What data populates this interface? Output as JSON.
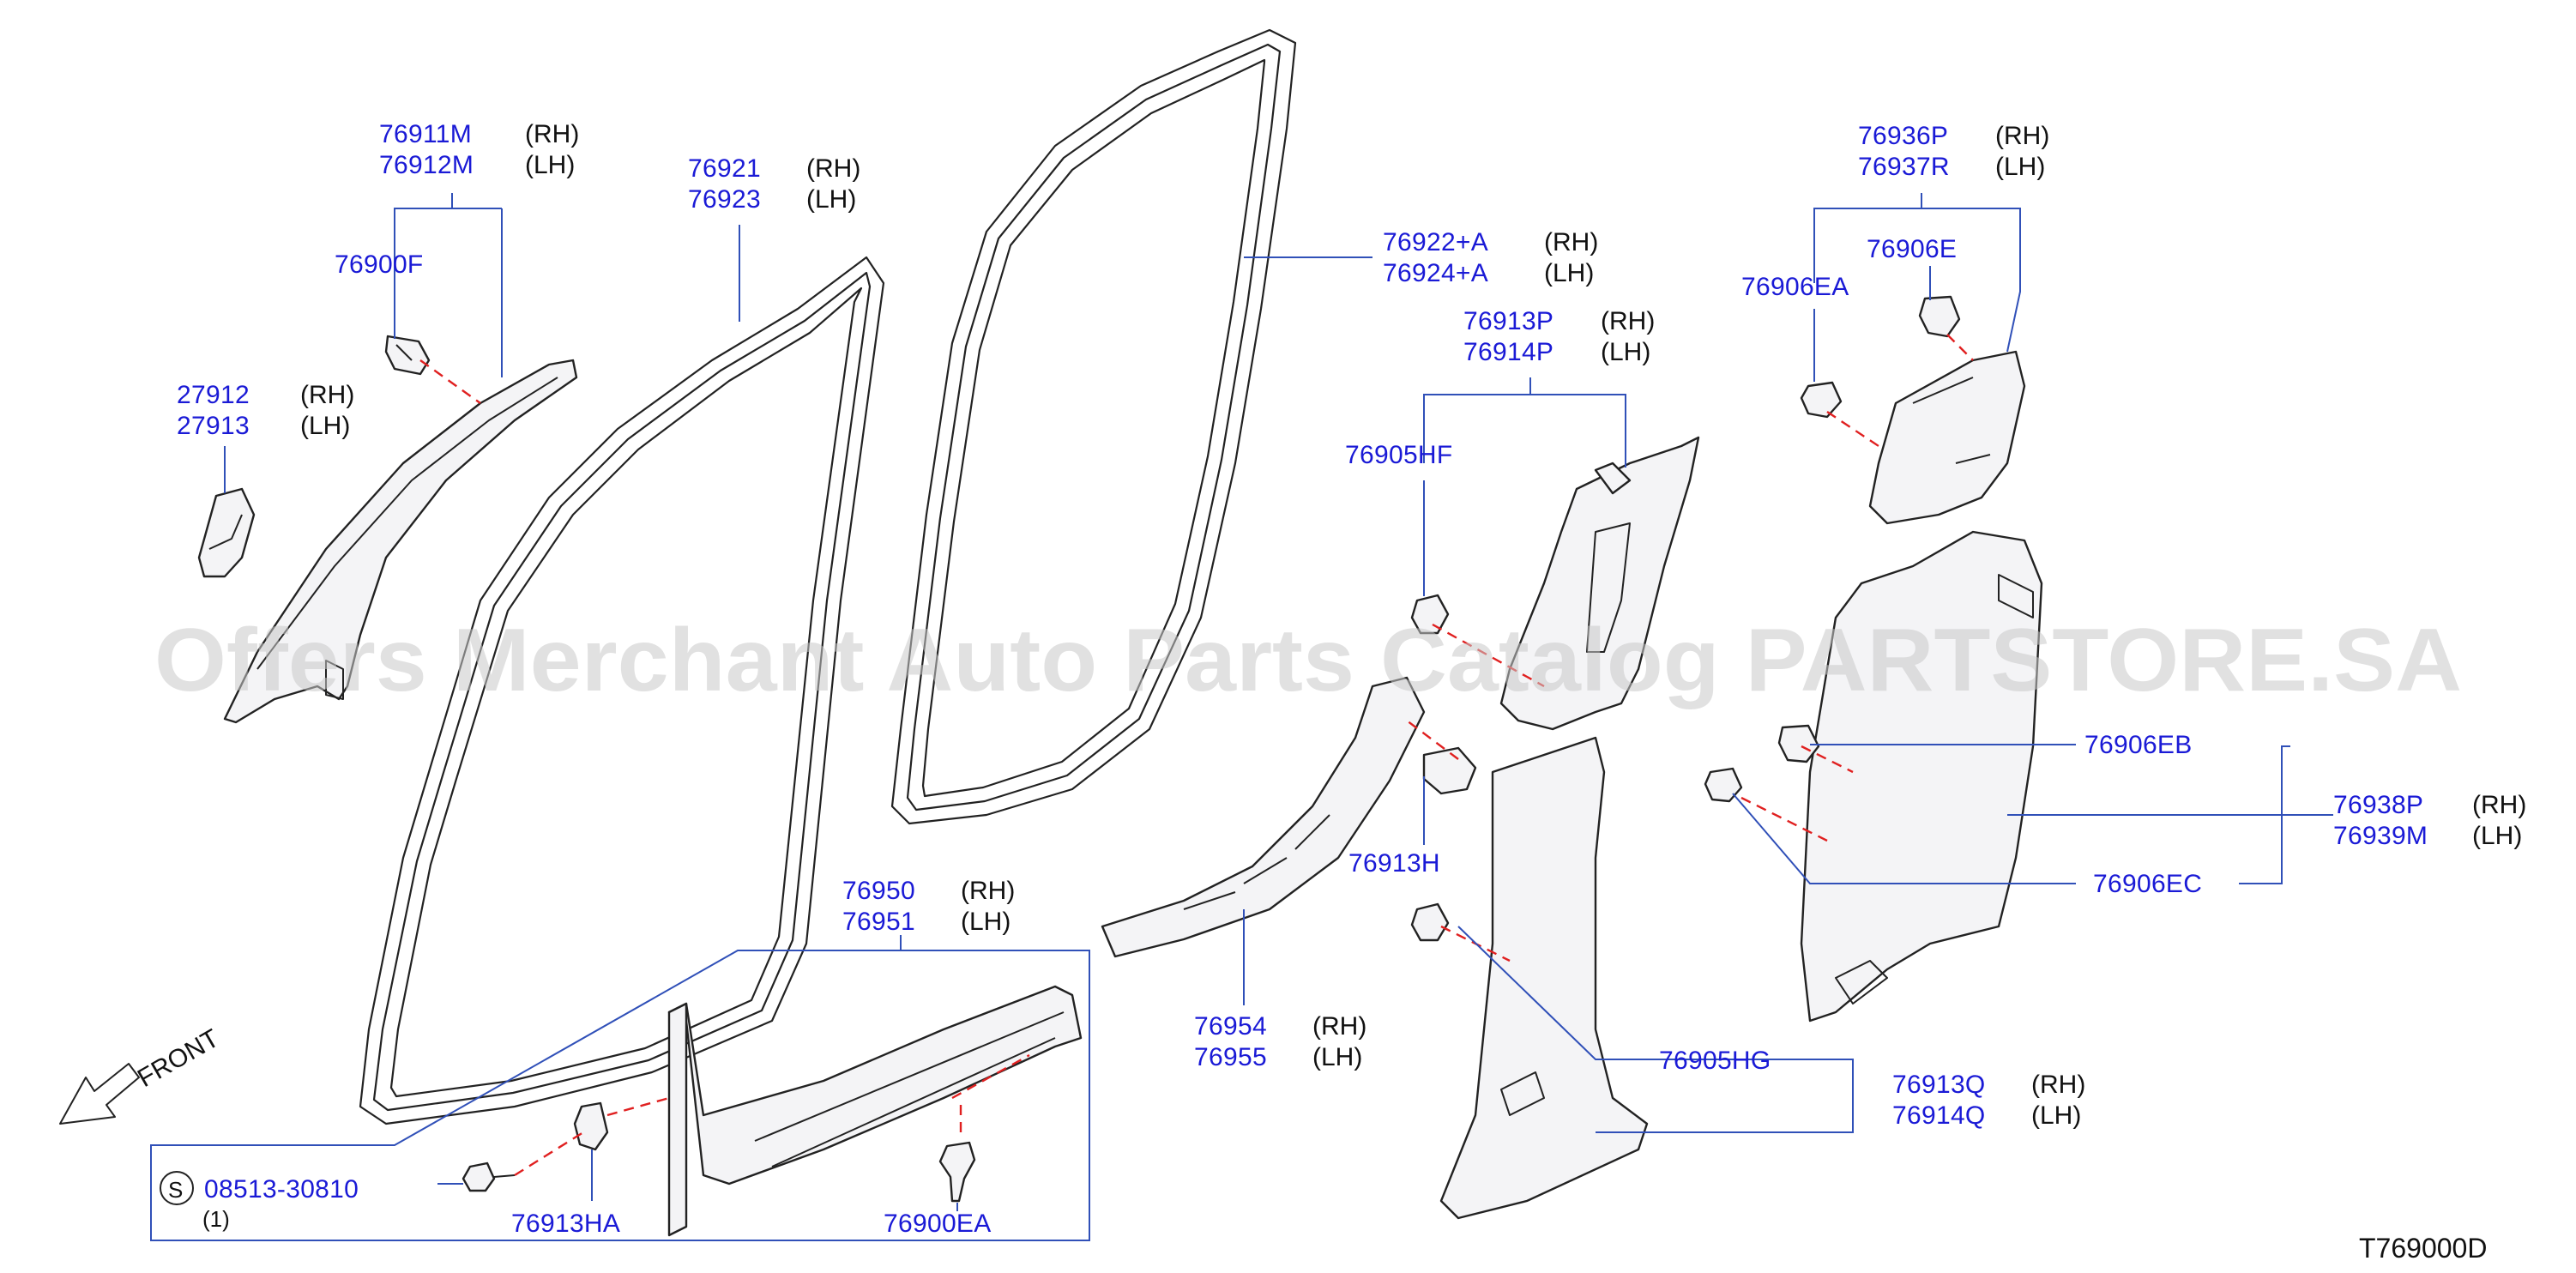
{
  "watermark": "Offers Merchant Auto Parts Catalog PARTSTORE.SA",
  "diagram_code": "T769000D",
  "front_label": "FRONT",
  "side_rh": "(RH)",
  "side_lh": "(LH)",
  "colors": {
    "part_number": "#1a1ad6",
    "leader": "#3050b8",
    "hidden_line": "#e02020",
    "outline": "#222222"
  },
  "parts": {
    "p76911M": "76911M",
    "p76912M": "76912M",
    "p76900F": "76900F",
    "p27912": "27912",
    "p27913": "27913",
    "p76921": "76921",
    "p76923": "76923",
    "p76922A": "76922+A",
    "p76924A": "76924+A",
    "p76913P": "76913P",
    "p76914P": "76914P",
    "p76905HF": "76905HF",
    "p76936P": "76936P",
    "p76937R": "76937R",
    "p76906E": "76906E",
    "p76906EA": "76906EA",
    "p76906EB": "76906EB",
    "p76938P": "76938P",
    "p76939M": "76939M",
    "p76906EC": "76906EC",
    "p76913H": "76913H",
    "p76950": "76950",
    "p76951": "76951",
    "p76954": "76954",
    "p76955": "76955",
    "p76905HG": "76905HG",
    "p76913Q": "76913Q",
    "p76914Q": "76914Q",
    "p08513": "08513-30810",
    "p08513_qty": "(1)",
    "p08513_symbol": "S",
    "p76913HA": "76913HA",
    "p76900EA": "76900EA"
  }
}
